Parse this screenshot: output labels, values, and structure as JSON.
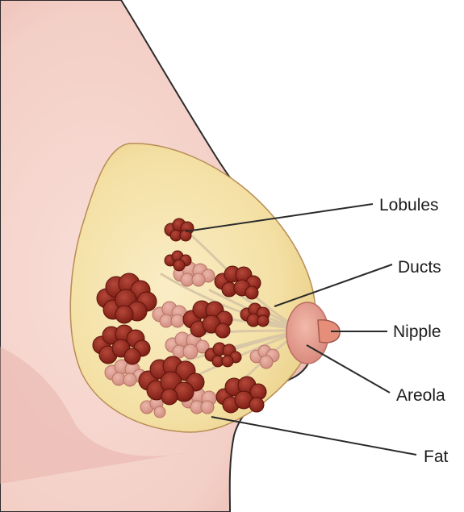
{
  "diagram": {
    "labels": {
      "lobules": "Lobules",
      "ducts": "Ducts",
      "nipple": "Nipple",
      "areola": "Areola",
      "fat": "Fat"
    }
  },
  "colors": {
    "skin": "#f5d2cb",
    "skin_shadow": "#eab7ae",
    "fat": "#f3dd9c",
    "fat_light": "#f9edc4",
    "lobule": "#8e2418",
    "lobule_light": "#d99a8e",
    "duct": "#d9c6a6",
    "areola": "#e3a094",
    "nipple": "#e58f7b",
    "leader_line": "#2a2a2a"
  }
}
